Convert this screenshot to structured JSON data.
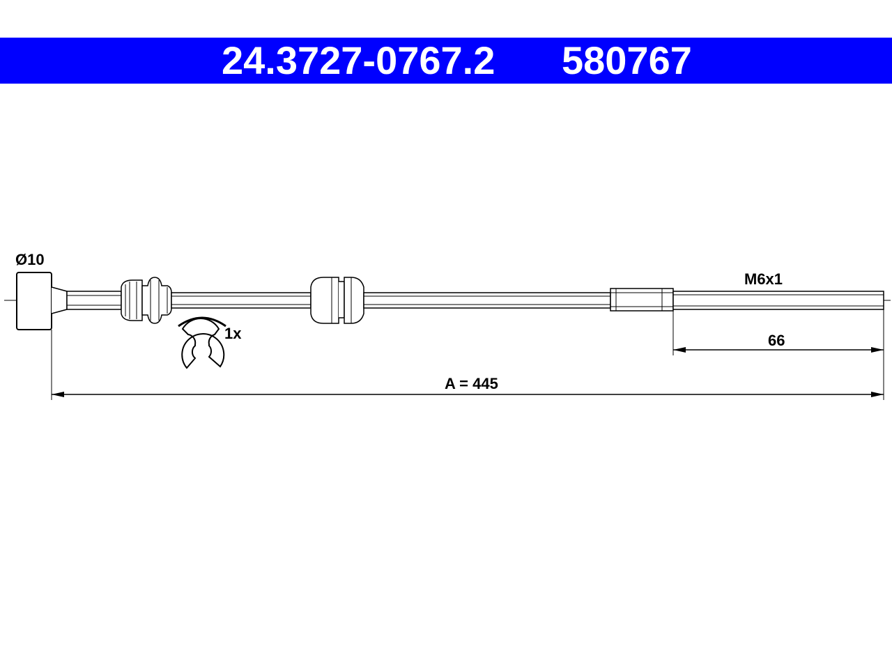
{
  "header": {
    "part_number": "24.3727-0767.2",
    "reference_number": "580767",
    "background_color": "#0000ff",
    "text_color": "#ffffff"
  },
  "drawing": {
    "diameter_label": "Ø10",
    "clip_quantity_label": "1x",
    "thread_label": "M6x1",
    "thread_length_label": "66",
    "total_length_label": "A = 445"
  }
}
